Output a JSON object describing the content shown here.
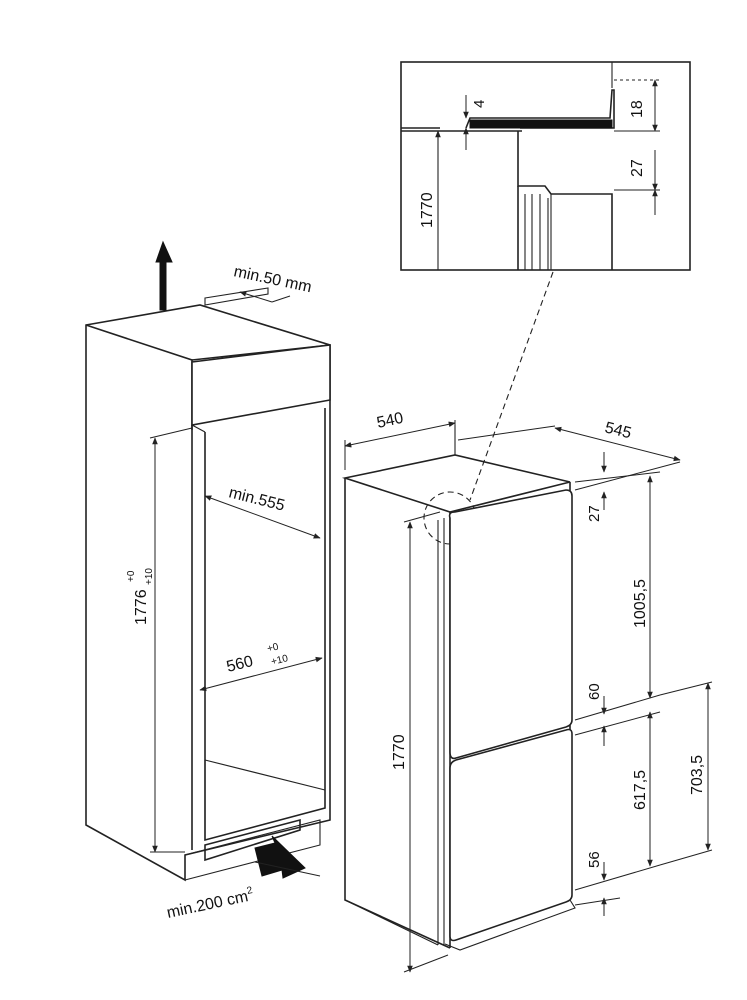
{
  "colors": {
    "line": "#222222",
    "background": "#ffffff",
    "arrow": "#111111"
  },
  "icons": [
    "up-airflow-arrow-icon",
    "inlet-airflow-arrow-icon"
  ],
  "niche": {
    "top_clearance": "min.50 mm",
    "depth": "min.555",
    "height": "1776",
    "height_tol_top": "+0",
    "height_tol_bottom": "+10",
    "width": "560",
    "width_tol_top": "+0",
    "width_tol_bottom": "+10",
    "vent_area": "min.200 cm",
    "vent_area_sup": "2"
  },
  "appliance": {
    "width": "540",
    "depth": "545",
    "height": "1770",
    "top_gap": "27",
    "upper_door": "1005,5",
    "door_gap": "60",
    "lower_door": "617,5",
    "lower_total": "703,5",
    "bottom_gap": "56"
  },
  "detail": {
    "gap": "4",
    "top_offset": "18",
    "offset": "27",
    "height": "1770"
  }
}
